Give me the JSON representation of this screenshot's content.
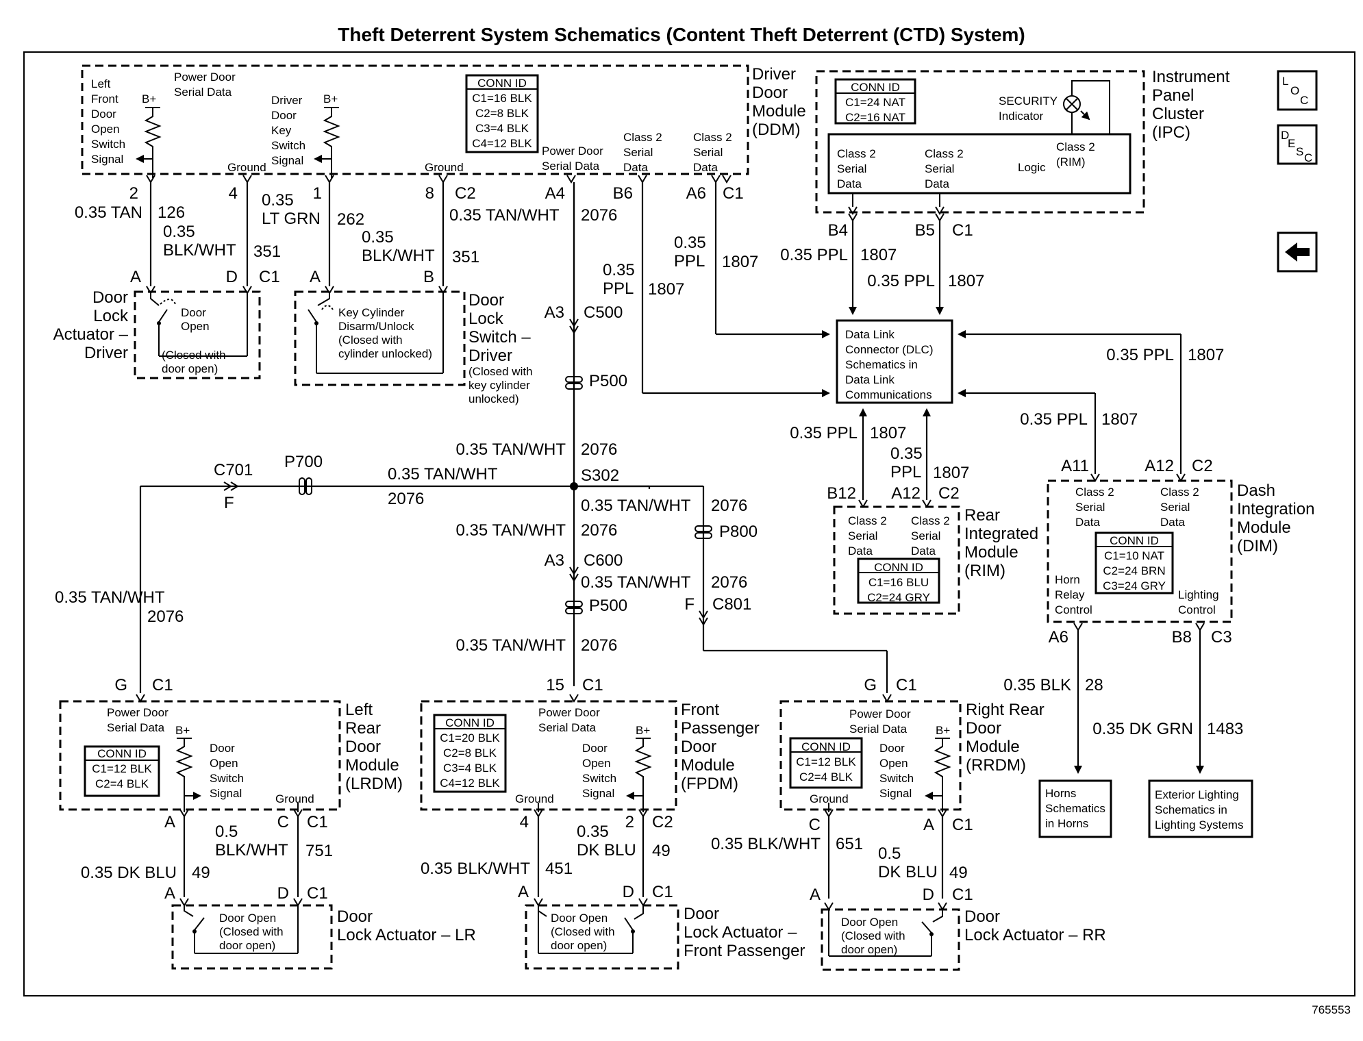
{
  "title": "Theft Deterrent System Schematics (Content Theft Deterrent (CTD) System)",
  "figure_number": "765553",
  "nav_icons": {
    "loc": "LOC-icon",
    "desc": "DESC-icon",
    "back": "back-arrow-icon"
  },
  "labels": {
    "ddm_name": "Driver|Door|Module|(DDM)",
    "ddm_conn": [
      "CONN ID",
      "C1=16 BLK",
      "C2=8 BLK",
      "C3=4 BLK",
      "C4=12 BLK"
    ],
    "ddm_lf_switch": "Left|Front|Door|Open|Switch|Signal",
    "ddm_pdsd": "Power Door|Serial Data",
    "ddm_bplus": "B+",
    "ddm_key_switch": "Driver|Door|Key|Switch|Signal",
    "ddm_ground": "Ground",
    "ddm_pdsd2": "Power Door|Serial Data",
    "class2_serial_data": "Class 2|Serial|Data",
    "pin_2": "2",
    "pin_4": "4",
    "pin_1": "1",
    "pin_8": "8",
    "pin_c2": "C2",
    "pin_a4": "A4",
    "pin_b6": "B6",
    "pin_a6": "A6",
    "pin_c1": "C1",
    "w_035_tan": "0.35 TAN",
    "c_126": "126",
    "w_035_blkwht": "0.35|BLK/WHT",
    "c_351": "351",
    "w_035_ltgrn": "0.35|LT GRN",
    "c_262": "262",
    "w_035_tanwht": "0.35 TAN/WHT",
    "c_2076": "2076",
    "w_035_ppl": "0.35|PPL",
    "c_1807": "1807",
    "w_035_ppl_inline": "0.35 PPL",
    "pin_a": "A",
    "pin_d": "D",
    "pin_b": "B",
    "dla_driver": "Door|Lock|Actuator –|Driver",
    "door_open": "Door|Open",
    "closed_door_open": "(Closed with|door open)",
    "key_cyl": "Key Cylinder|Disarm/Unlock|(Closed with|cylinder unlocked)",
    "dls_driver": "Door|Lock|Switch –|Driver",
    "dls_driver_note": "(Closed with|key cylinder|unlocked)",
    "pin_a3": "A3",
    "c500": "C500",
    "p500": "P500",
    "s302": "S302",
    "c701": "C701",
    "p700": "P700",
    "pin_f": "F",
    "p800": "P800",
    "c600": "C600",
    "c801": "C801",
    "ipc_name": "Instrument|Panel|Cluster|(IPC)",
    "ipc_conn": [
      "CONN ID",
      "C1=24 NAT",
      "C2=16 NAT"
    ],
    "security": "SECURITY|Indicator",
    "logic": "Logic",
    "class2_rim": "Class 2|(RIM)",
    "pin_b4": "B4",
    "pin_b5": "B5",
    "dlc": "Data Link|Connector (DLC)|Schematics in|Data Link|Communications",
    "pin_b12": "B12",
    "pin_a12": "A12",
    "rim_name": "Rear|Integrated|Module|(RIM)",
    "rim_conn": [
      "CONN ID",
      "C1=16 BLU",
      "C2=24 GRY"
    ],
    "pin_a11": "A11",
    "dim_name": "Dash|Integration|Module|(DIM)",
    "dim_conn": [
      "CONN ID",
      "C1=10 NAT",
      "C2=24 BRN",
      "C3=24 GRY"
    ],
    "horn_relay": "Horn|Relay|Control",
    "lighting_ctrl": "Lighting|Control",
    "pin_a6b": "A6",
    "pin_b8": "B8",
    "pin_c3": "C3",
    "w_035_blk": "0.35 BLK",
    "c_28": "28",
    "w_035_dkgrn": "0.35 DK GRN",
    "c_1483": "1483",
    "horns": "Horns|Schematics|in Horns",
    "ext_light": "Exterior Lighting|Schematics in|Lighting Systems",
    "pin_g": "G",
    "pin_15": "15",
    "pin_c": "C",
    "lrdm_name": "Left|Rear|Door|Module|(LRDM)",
    "lrdm_conn": [
      "CONN ID",
      "C1=12 BLK",
      "C2=4 BLK"
    ],
    "door_open_sw": "Door|Open|Switch|Signal",
    "fpdm_name": "Front|Passenger|Door|Module|(FPDM)",
    "fpdm_conn": [
      "CONN ID",
      "C1=20 BLK",
      "C2=8 BLK",
      "C3=4 BLK",
      "C4=12 BLK"
    ],
    "rrdm_name": "Right Rear|Door|Module|(RRDM)",
    "rrdm_conn": [
      "CONN ID",
      "C1=12 BLK",
      "C2=4 BLK"
    ],
    "w_05_blkwht": "0.5|BLK/WHT",
    "c_751": "751",
    "w_035_dkblu": "0.35 DK BLU",
    "c_49": "49",
    "w_035_dkblu2": "0.35|DK BLU",
    "w_035_blkwht_inline": "0.35 BLK/WHT",
    "c_451": "451",
    "c_651": "651",
    "w_05_dkblu": "0.5|DK BLU",
    "door_open_closed": "Door Open|(Closed with|door open)",
    "dla_lr": "Door|Lock Actuator – LR",
    "dla_fp": "Door|Lock Actuator –|Front Passenger",
    "dla_rr": "Door|Lock Actuator – RR"
  }
}
